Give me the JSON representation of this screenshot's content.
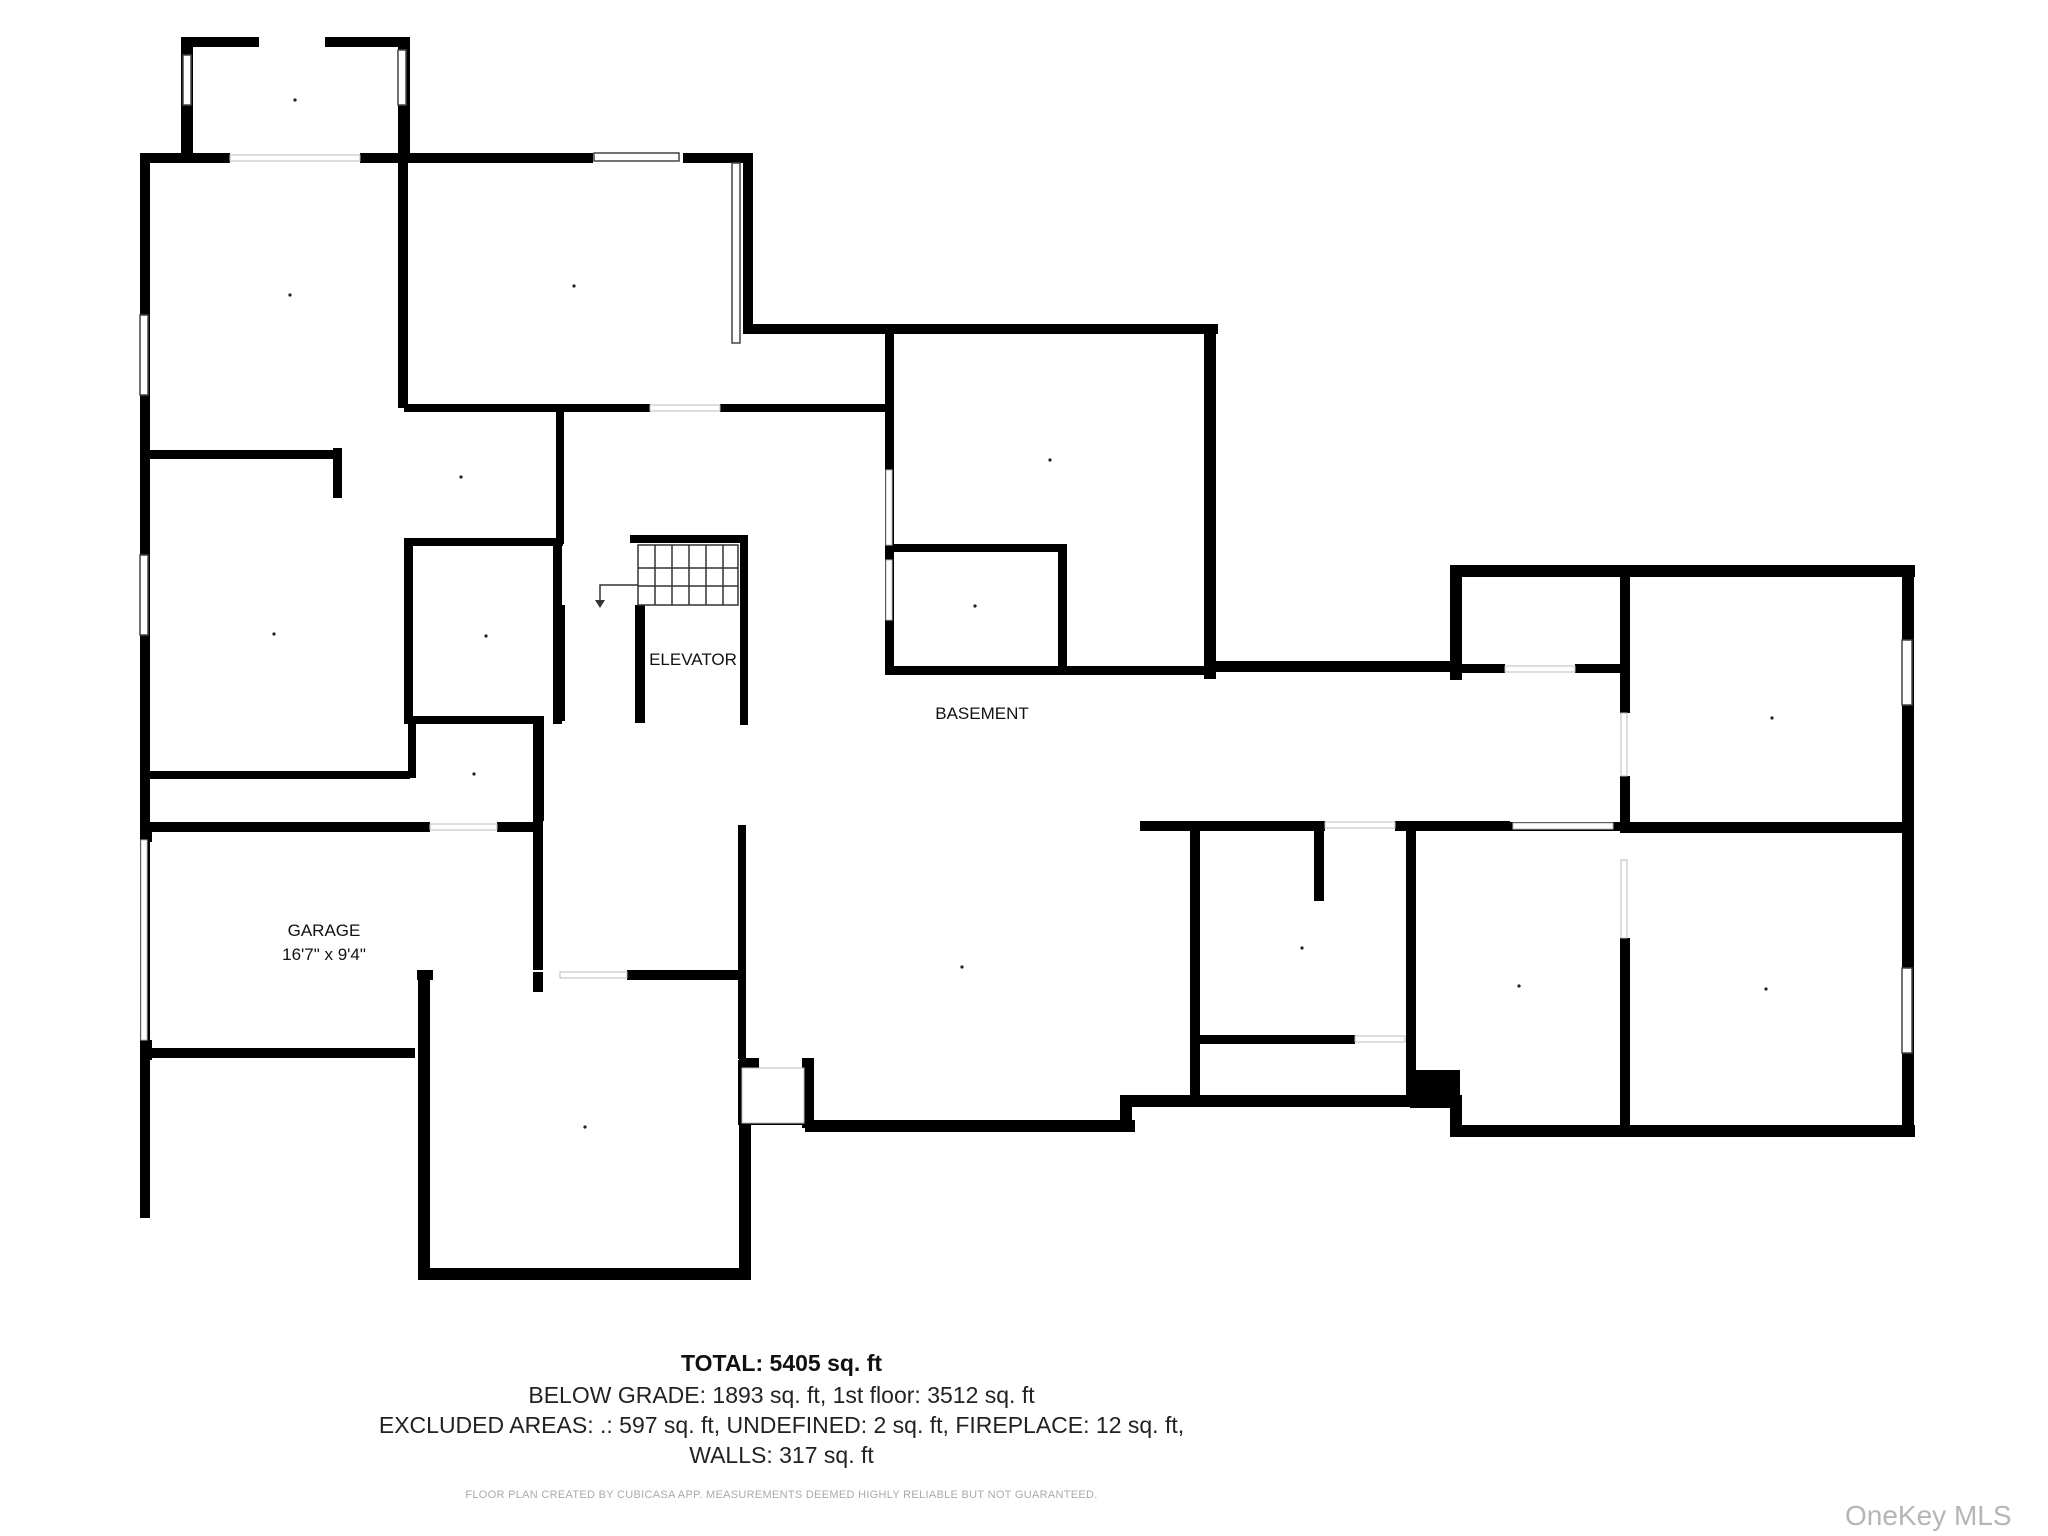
{
  "labels": {
    "elevator": "ELEVATOR",
    "basement": "BASEMENT",
    "garage": "GARAGE",
    "garage_size": "16'7\" x 9'4\""
  },
  "summary": {
    "total": "TOTAL: 5405 sq. ft",
    "line1": "BELOW GRADE: 1893 sq. ft, 1st floor: 3512 sq. ft",
    "line2": "EXCLUDED AREAS: .: 597 sq. ft, UNDEFINED: 2 sq. ft, FIREPLACE: 12 sq. ft,",
    "line3": "WALLS: 317 sq. ft"
  },
  "disclaimer": "FLOOR PLAN CREATED BY CUBICASA APP. MEASUREMENTS DEEMED HIGHLY RELIABLE BUT NOT GUARANTEED.",
  "watermark": "OneKey MLS"
}
